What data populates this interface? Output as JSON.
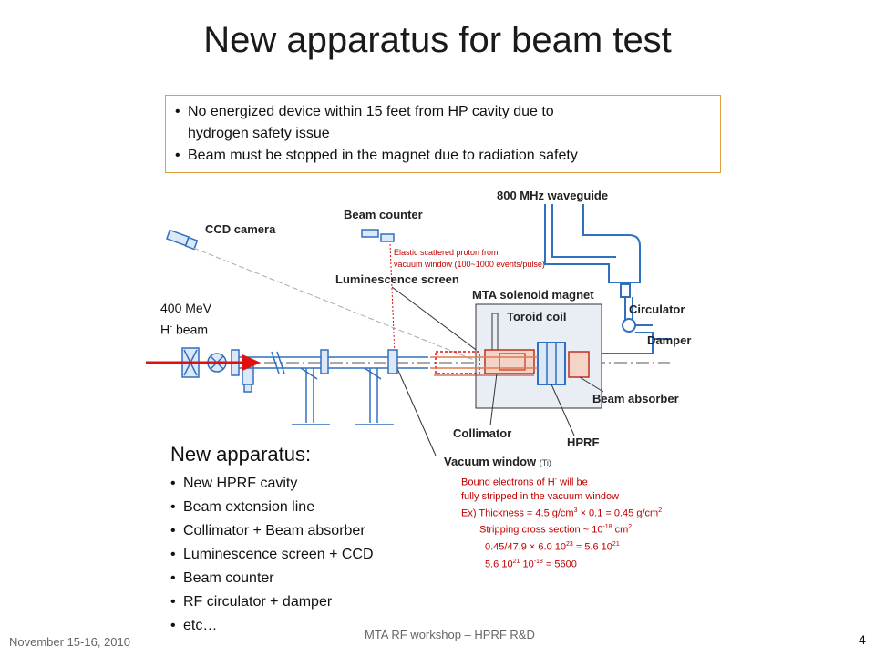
{
  "title": "New apparatus for beam test",
  "notes": [
    "No energized device within 15 feet from HP cavity due to",
    "hydrogen safety issue",
    "Beam must be stopped in the magnet due to radiation safety"
  ],
  "diagram": {
    "waveguide": "800 MHz waveguide",
    "beam_counter": "Beam counter",
    "ccd_camera": "CCD camera",
    "elastic_note_1": "Elastic scattered proton from",
    "elastic_note_2": "vacuum window (100~1000 events/pulse)",
    "luminescence_screen": "Luminescence screen",
    "mta_magnet": "MTA solenoid magnet",
    "toroid_coil": "Toroid coil",
    "circulator": "Circulator",
    "damper": "Damper",
    "beam_absorber": "Beam absorber",
    "collimator": "Collimator",
    "hprf": "HPRF",
    "vacuum_window": "Vacuum window",
    "vacuum_window_material": "(Ti)",
    "beam_energy": "400 MeV",
    "beam_species": "H",
    "beam_species_sup": "-",
    "beam_word": "beam"
  },
  "apparatus": {
    "heading": "New apparatus:",
    "items": [
      "New HPRF cavity",
      "Beam extension line",
      "Collimator + Beam absorber",
      "Luminescence screen + CCD",
      "Beam counter",
      "RF circulator + damper",
      "etc…"
    ]
  },
  "stripping": {
    "l1a": "Bound electrons of H",
    "l1sup": "-",
    "l1b": " will be",
    "l2": "fully stripped in the vacuum window",
    "l3a": "Ex) Thickness = 4.5 g/cm",
    "l3sup1": "3",
    "l3b": " × 0.1 = 0.45 g/cm",
    "l3sup2": "2",
    "l4a": "Stripping cross section ~ 10",
    "l4sup1": "-18",
    "l4b": " cm",
    "l4sup2": "2",
    "l5a": "0.45/47.9  × 6.0 10",
    "l5sup1": "23",
    "l5b": " = 5.6 10",
    "l5sup2": "21",
    "l6a": "5.6 10",
    "l6sup1": "21",
    "l6b": " 10",
    "l6sup2": "-18",
    "l6c": " = 5600"
  },
  "footer": {
    "date": "November 15-16, 2010",
    "event": "MTA RF workshop – HPRF R&D",
    "page": "4"
  },
  "colors": {
    "beam_arrow": "#e01010",
    "equipment_blue": "#3070c0",
    "note_border": "#e0a040",
    "note_red": "#c00000"
  }
}
